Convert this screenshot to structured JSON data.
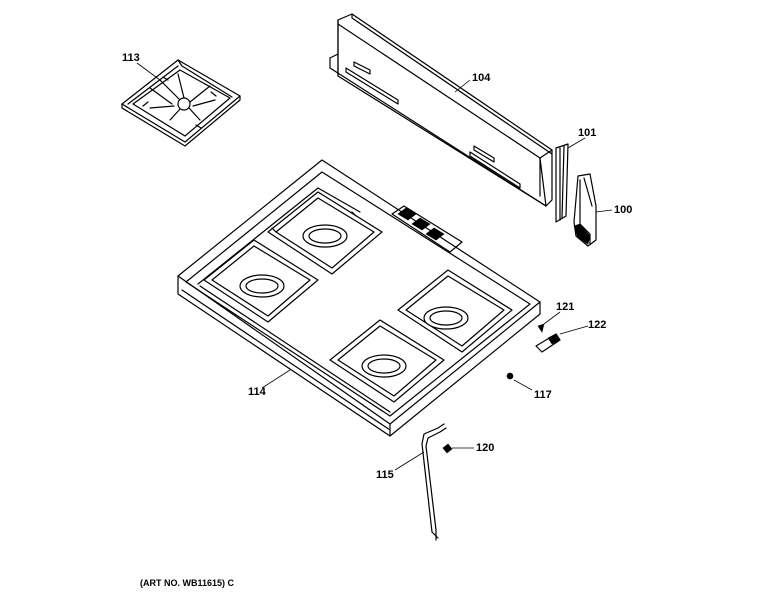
{
  "labels": {
    "p100": "100",
    "p101": "101",
    "p104": "104",
    "p113": "113",
    "p114": "114",
    "p115": "115",
    "p117": "117",
    "p120": "120",
    "p121": "121",
    "p122": "122"
  },
  "caption": "(ART NO. WB11615) C"
}
